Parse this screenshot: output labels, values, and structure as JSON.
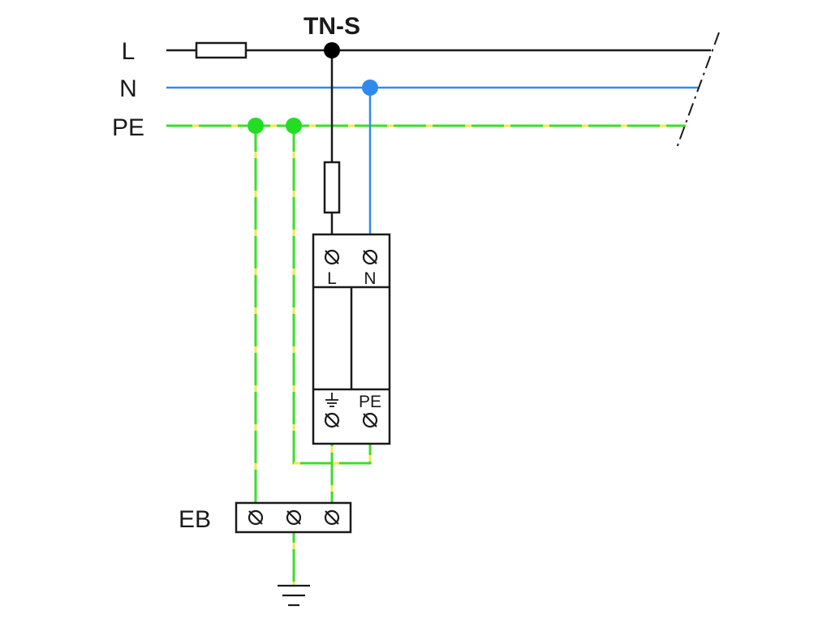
{
  "title": "TN-S",
  "conductors": {
    "line_label": "L",
    "neutral_label": "N",
    "pe_label": "PE"
  },
  "device": {
    "top_terminals": [
      "L",
      "N"
    ],
    "bottom_terminals": [
      "⏚",
      "PE"
    ]
  },
  "earth_bar": {
    "label": "EB"
  },
  "colors": {
    "line": "#1a1a1a",
    "neutral": "#2f8bea",
    "pe_green": "#3ddc2e",
    "pe_yellow": "#f2ea4a"
  }
}
